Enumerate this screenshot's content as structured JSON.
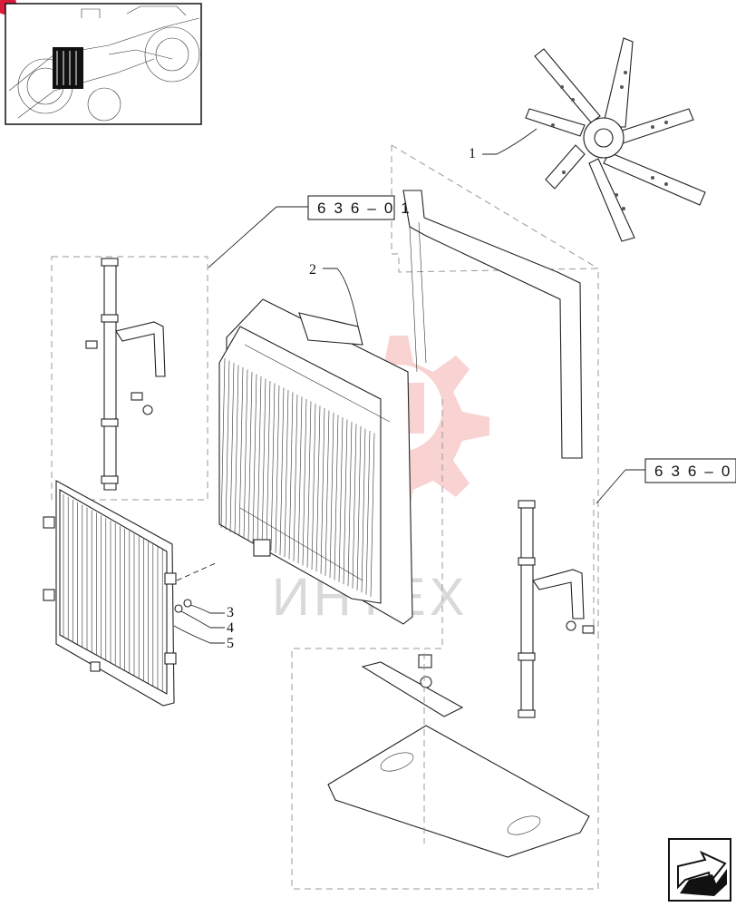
{
  "diagram": {
    "callouts": [
      {
        "id": "1",
        "label": "1"
      },
      {
        "id": "2",
        "label": "2"
      },
      {
        "id": "3",
        "label": "3"
      },
      {
        "id": "4",
        "label": "4"
      },
      {
        "id": "5",
        "label": "5"
      }
    ],
    "references": [
      {
        "id": "ref-a",
        "label": "636-01"
      },
      {
        "id": "ref-b",
        "label": "636-0"
      }
    ],
    "watermark": "ИНТЕХ",
    "icons": {
      "locator": "tractor-locator-thumbnail",
      "navigation": "next-page-arrow-icon",
      "badge": "red-corner-badge"
    },
    "colors": {
      "line": "#222222",
      "dash": "#999999",
      "watermark": "#f4a6a6",
      "badge": "#d81e3c"
    }
  }
}
